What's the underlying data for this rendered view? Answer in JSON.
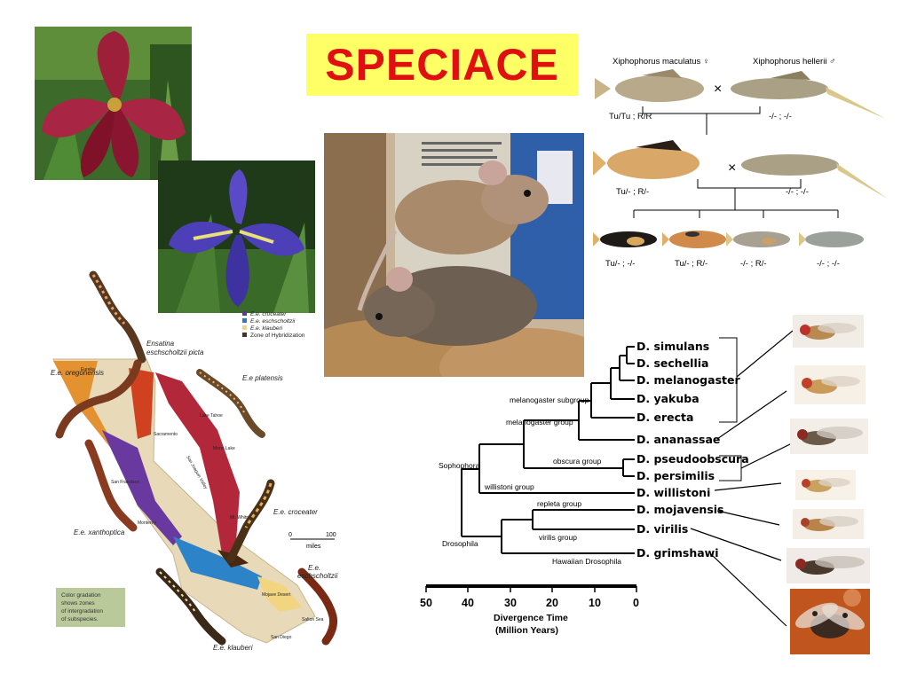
{
  "title": "SPECIACE",
  "iris_legend": [
    "E.e. croceater",
    "E.e. eschscholtzii",
    "E.e. klauberi",
    "Zone of Hybridization"
  ],
  "fish": {
    "female_species": "Xiphophorus maculatus ♀",
    "male_species": "Xiphophorus hellerii ♂",
    "cross1": [
      "Tu/Tu ; R/R",
      "-/- ; -/-"
    ],
    "cross2": [
      "Tu/- ; R/-",
      "-/- ; -/-"
    ],
    "offspring": [
      "Tu/- ; -/-",
      "Tu/- ; R/-",
      "-/- ; R/-",
      "-/- ; -/-"
    ],
    "cross_symbol": "×"
  },
  "map": {
    "labels": {
      "picta": "Ensatina eschscholtzii picta",
      "oregonensis": "E.e. oregonensis",
      "platensis": "E.e platensis",
      "xanthoptica": "E.e. xanthoptica",
      "croceater": "E.e. croceater",
      "eschscholtzii": "E.e. eschscholtzii",
      "klauberi": "E.e. klauberi"
    },
    "scale": {
      "zero": "0",
      "hundred": "100",
      "unit": "miles"
    },
    "note": [
      "Color gradation",
      "shows zones",
      "of intergradation",
      "of subspecies."
    ],
    "places": [
      "Eureka",
      "Lake Tahoe",
      "Mono Lake",
      "Sacramento",
      "San Francisco",
      "Monterey",
      "Mt. Whitney",
      "Mojave Desert",
      "Salton Sea",
      "San Diego",
      "San Joaquin Valley"
    ]
  },
  "phylogeny": {
    "species": [
      "D. simulans",
      "D. sechellia",
      "D. melanogaster",
      "D. yakuba",
      "D. erecta",
      "D. ananassae",
      "D. pseudoobscura",
      "D. persimilis",
      "D. willistoni",
      "D. mojavensis",
      "D. virilis",
      "D. grimshawi"
    ],
    "groups": {
      "mel_subgroup": "melanogaster subgroup",
      "mel_group": "melanogaster group",
      "obscura": "obscura group",
      "sophophora": "Sophophora",
      "willistoni": "willistoni group",
      "repleta": "repleta group",
      "virilis": "virilis group",
      "drosophila": "Drosophila",
      "hawaiian": "Hawaiian Drosophila"
    },
    "axis": {
      "ticks": [
        "50",
        "40",
        "30",
        "20",
        "10",
        "0"
      ],
      "label1": "Divergence Time",
      "label2": "(Million Years)"
    }
  },
  "colors": {
    "title_bg": "#ffff66",
    "title_text": "#e01010"
  }
}
